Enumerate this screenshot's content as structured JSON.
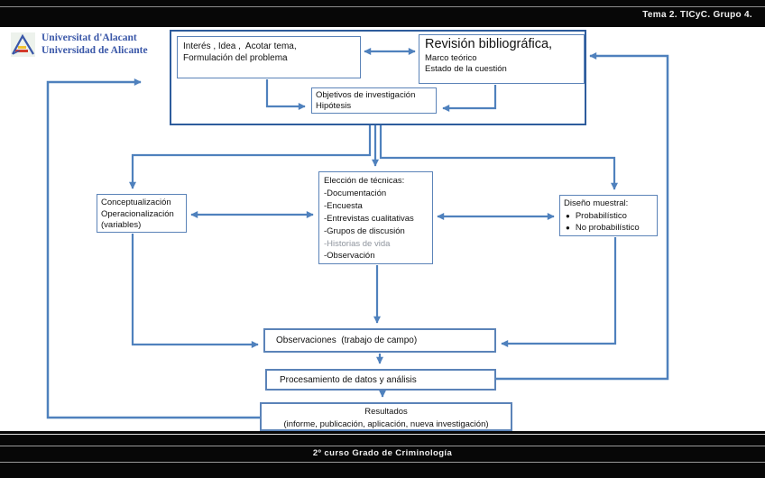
{
  "header": {
    "title": "Tema 2. TICyC. Grupo 4."
  },
  "footer": {
    "text": "2º curso Grado de Criminología"
  },
  "logo": {
    "line1": "Universitat d'Alacant",
    "line2": "Universidad de Alicante"
  },
  "diagram": {
    "interes": {
      "line1": "Interés , Idea ,  Acotar tema,",
      "line2": "Formulación del problema"
    },
    "revision": {
      "title": "Revisión bibliográfica,",
      "line1": "Marco teórico",
      "line2": "Estado de la cuestión"
    },
    "objetivos": {
      "line1": "Objetivos de investigación",
      "line2": "Hipótesis"
    },
    "conceptualizacion": {
      "line1": "Conceptualización",
      "line2": "Operacionalización",
      "line3": "(variables)"
    },
    "tecnicas": {
      "title": "Elección de técnicas:",
      "items": [
        "-Documentación",
        "-Encuesta",
        "-Entrevistas cualitativas",
        "-Grupos de discusión",
        "-Historias de vida",
        "-Observación"
      ]
    },
    "muestral": {
      "title": "Diseño muestral:",
      "bullet": "●",
      "items": [
        "Probabilístico",
        "No probabilístico"
      ]
    },
    "observaciones": {
      "text": "Observaciones  (trabajo de campo)"
    },
    "procesamiento": {
      "text": "Procesamiento de datos y análisis"
    },
    "resultados": {
      "line1": "Resultados",
      "line2": "(informe, publicación, aplicación, nueva investigación)"
    }
  },
  "colors": {
    "arrow": "#4f81bd",
    "outer_border": "#2e5c9c",
    "box_border": "#5b83b8",
    "logo_text": "#3a57a8",
    "faded_text": "#8f959e",
    "bar_background": "#070707"
  }
}
